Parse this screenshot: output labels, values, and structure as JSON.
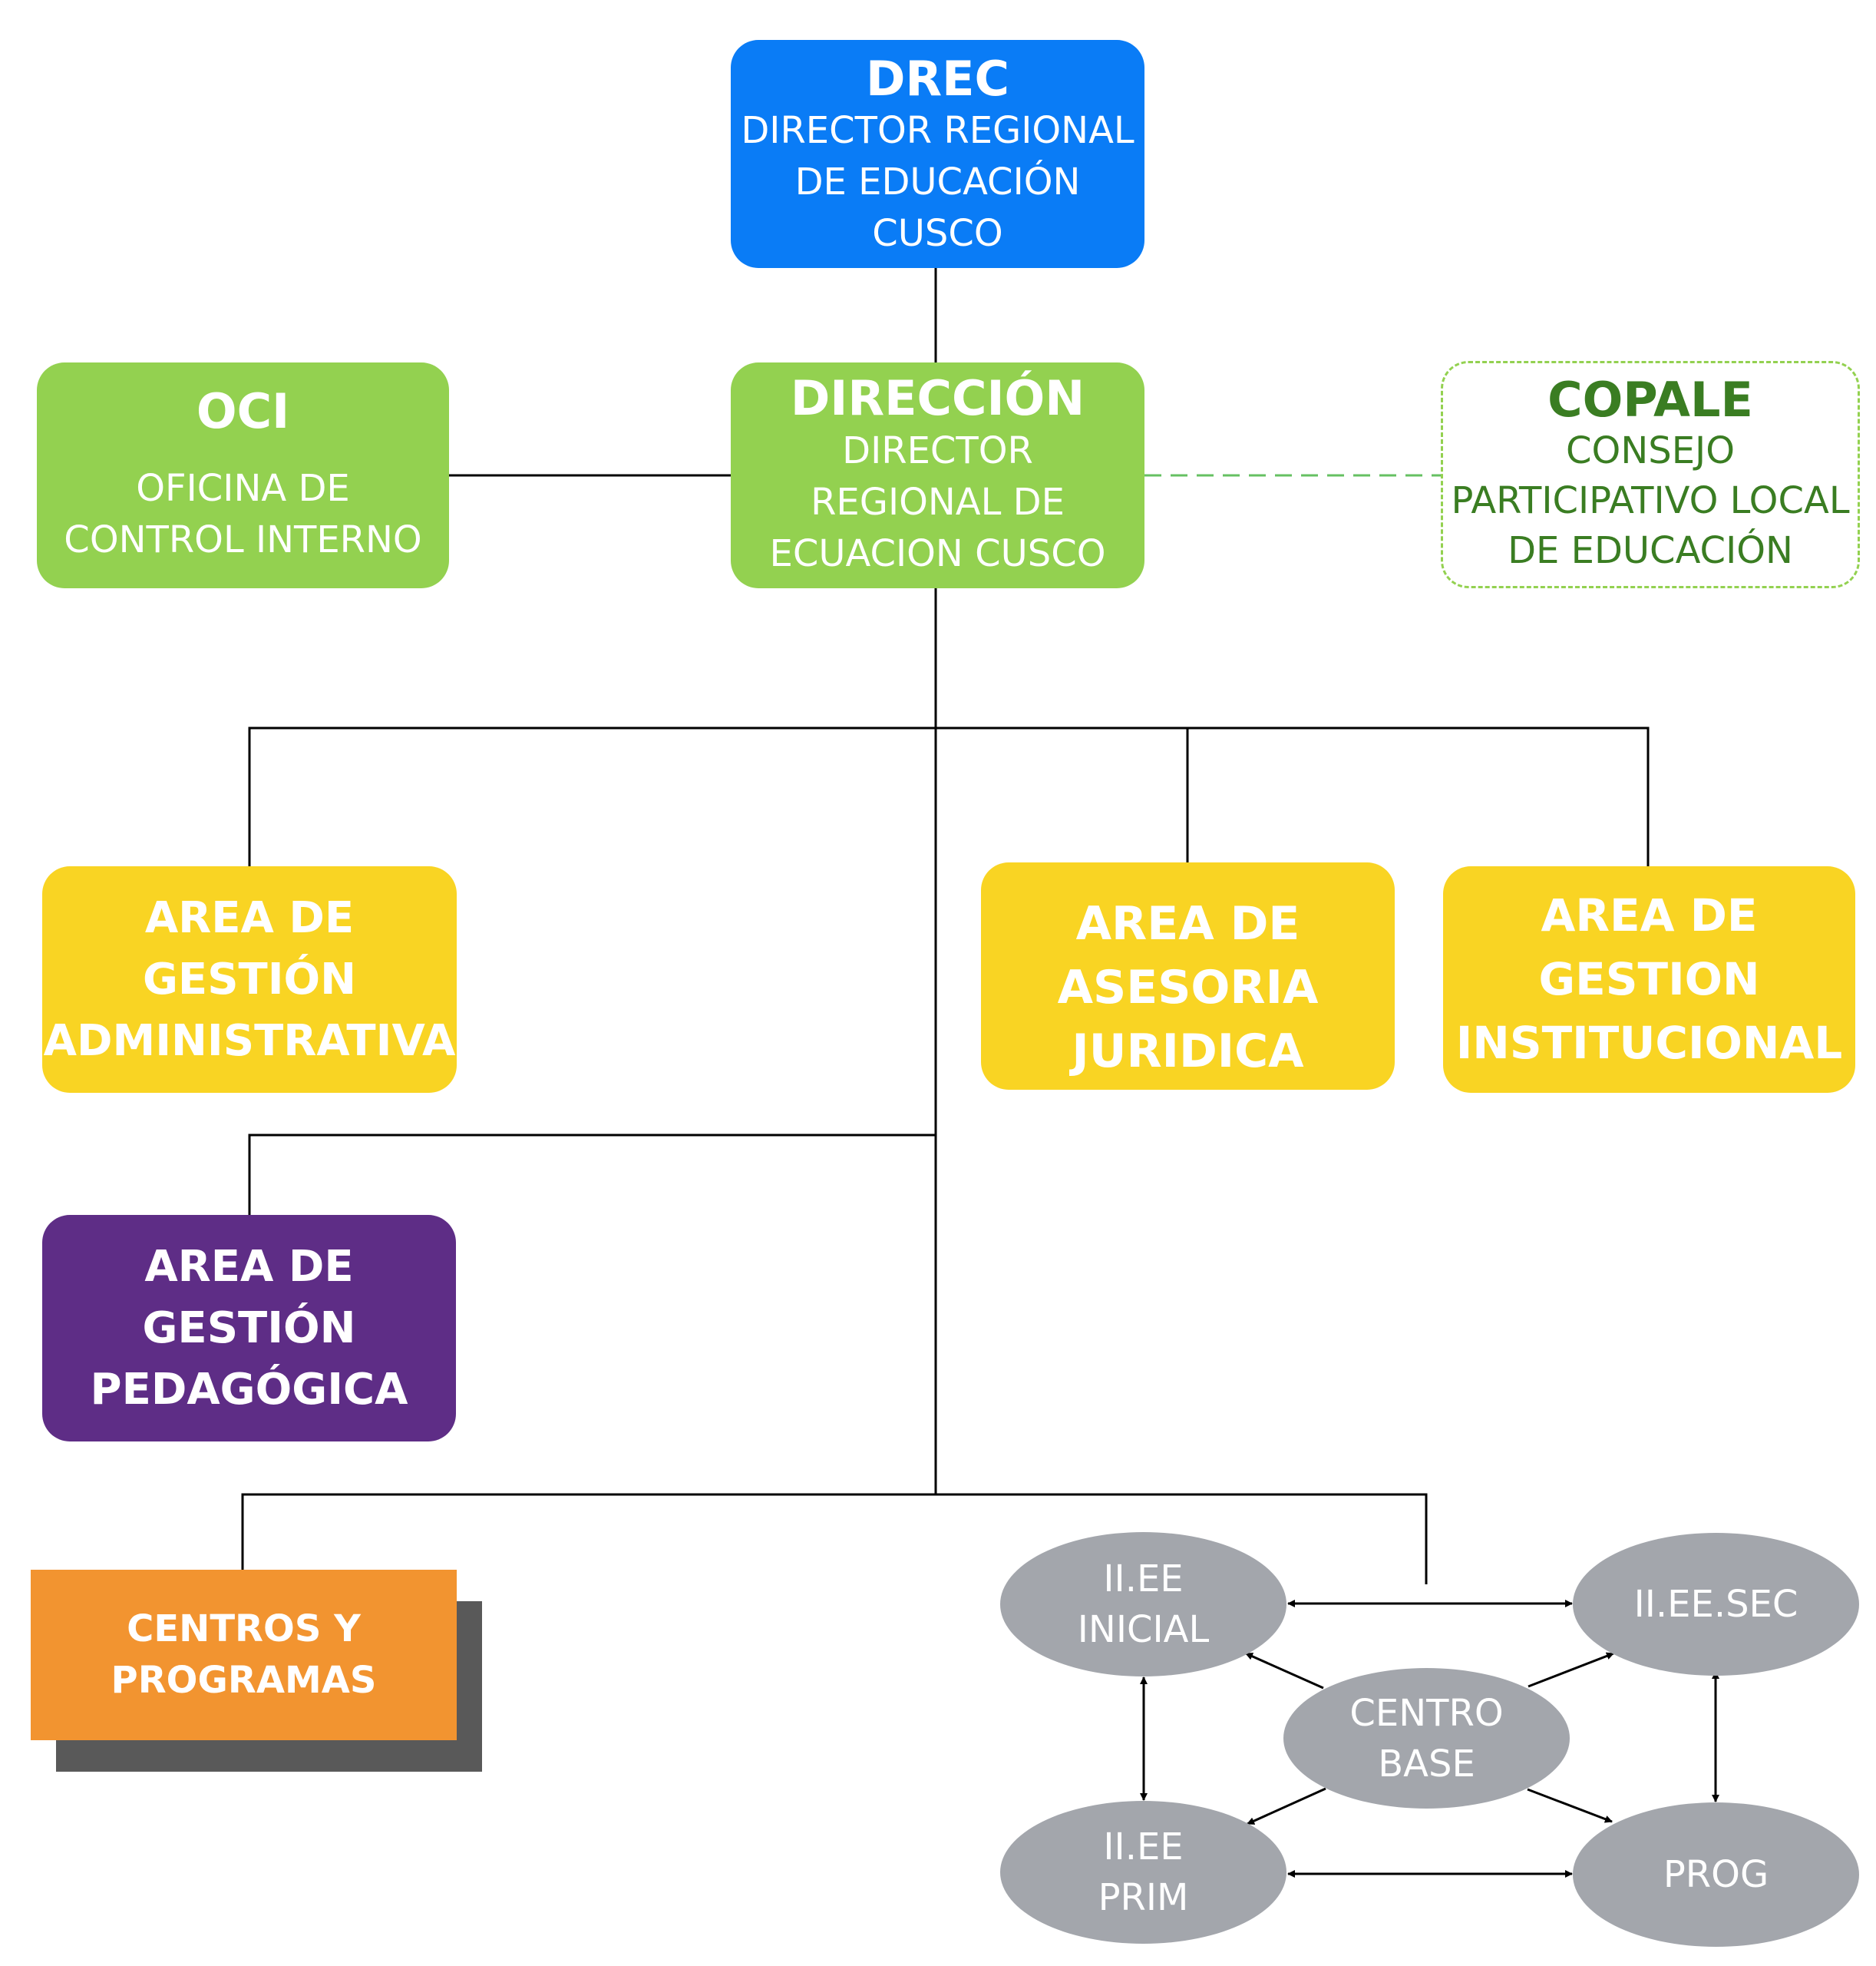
{
  "nodes": {
    "drec": {
      "acronym": "DREC",
      "lines": [
        "DIRECTOR REGIONAL",
        "DE EDUCACIÓN",
        "CUSCO"
      ]
    },
    "oci": {
      "acronym": "OCI",
      "lines": [
        "OFICINA DE",
        "CONTROL INTERNO"
      ]
    },
    "direccion": {
      "acronym": "DIRECCIÓN",
      "lines": [
        "DIRECTOR",
        "REGIONAL DE",
        "ECUACION CUSCO"
      ]
    },
    "copale": {
      "acronym": "COPALE",
      "lines": [
        "CONSEJO",
        "PARTICIPATIVO LOCAL",
        "DE EDUCACIÓN"
      ]
    },
    "area_administrativa": {
      "lines": [
        "AREA DE",
        "GESTIÓN",
        "ADMINISTRATIVA"
      ]
    },
    "area_juridica": {
      "lines": [
        "AREA DE",
        "ASESORIA",
        "JURIDICA"
      ]
    },
    "area_institucional": {
      "lines": [
        "AREA DE",
        "GESTION",
        "INSTITUCIONAL"
      ]
    },
    "area_pedagogica": {
      "lines": [
        "AREA DE",
        "GESTIÓN",
        "PEDAGÓGICA"
      ]
    },
    "centros_programas": {
      "lines": [
        "CENTROS Y",
        "PROGRAMAS"
      ]
    },
    "iiee_inicial": {
      "lines": [
        "II.EE",
        "INICIAL"
      ]
    },
    "iiee_sec": {
      "lines": [
        "II.EE.SEC"
      ]
    },
    "centro_base": {
      "lines": [
        "CENTRO",
        "BASE"
      ]
    },
    "iiee_prim": {
      "lines": [
        "II.EE",
        "PRIM"
      ]
    },
    "prog": {
      "lines": [
        "PROG"
      ]
    }
  },
  "colors": {
    "drec": "#0a7cf6",
    "green": "#93d150",
    "copale_border": "#93d150",
    "copale_text": "#3a7d22",
    "yellow": "#f9d423",
    "purple": "#5e2d86",
    "orange": "#f29430",
    "shadow": "#595959",
    "oval": "#a3a6ac",
    "line": "#000000"
  }
}
